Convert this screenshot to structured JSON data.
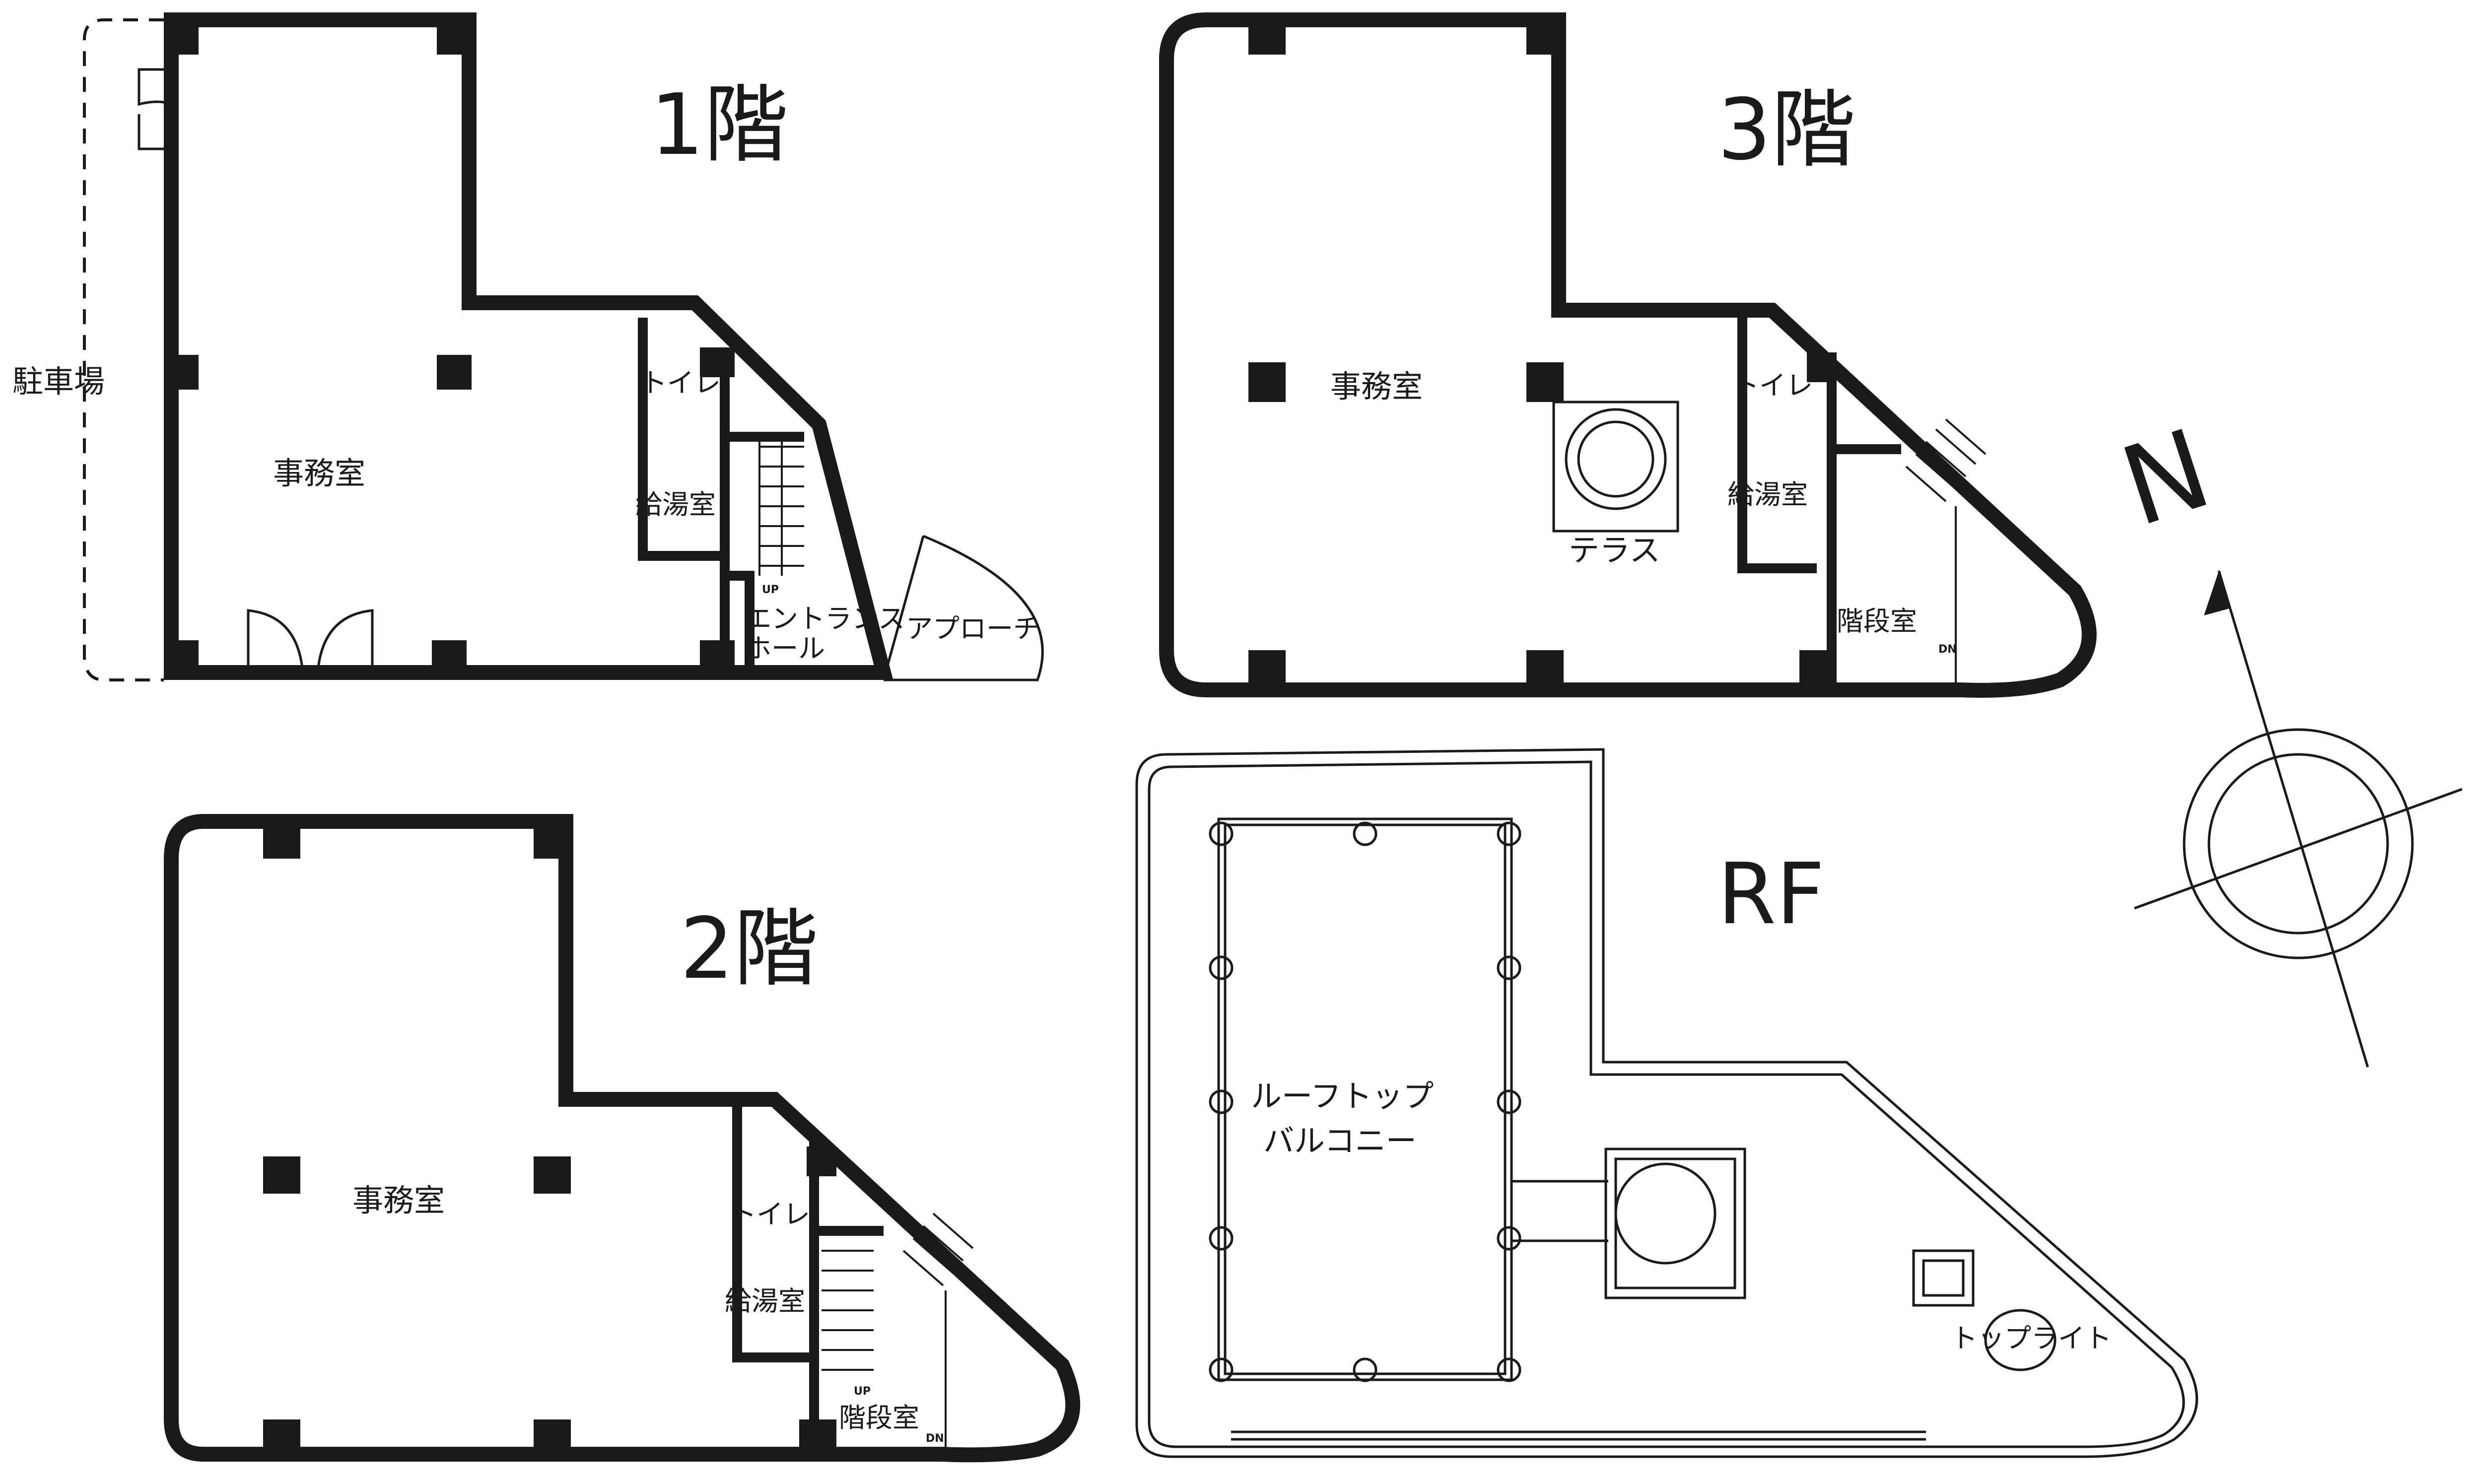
{
  "floors": {
    "f1": {
      "title": "1階",
      "rooms": {
        "office": "事務室",
        "toilet": "トイレ",
        "kitchen": "給湯室",
        "entrance_line1": "エントランス",
        "entrance_line2": "ホール",
        "approach": "アプローチ",
        "parking": "駐車場",
        "stair_up": "UP"
      }
    },
    "f2": {
      "title": "2階",
      "rooms": {
        "office": "事務室",
        "toilet": "トイレ",
        "kitchen": "給湯室",
        "stair_room": "階段室",
        "stair_up": "UP",
        "stair_dn": "DN"
      }
    },
    "f3": {
      "title": "3階",
      "rooms": {
        "office": "事務室",
        "terrace": "テラス",
        "toilet": "トイレ",
        "kitchen": "給湯室",
        "stair_room": "階段室",
        "stair_dn": "DN"
      }
    },
    "rf": {
      "title": "RF",
      "rooms": {
        "balcony_line1": "ルーフトップ",
        "balcony_line2": "バルコニー",
        "toplight": "トップライト"
      }
    }
  },
  "compass": {
    "north_label": "N"
  }
}
